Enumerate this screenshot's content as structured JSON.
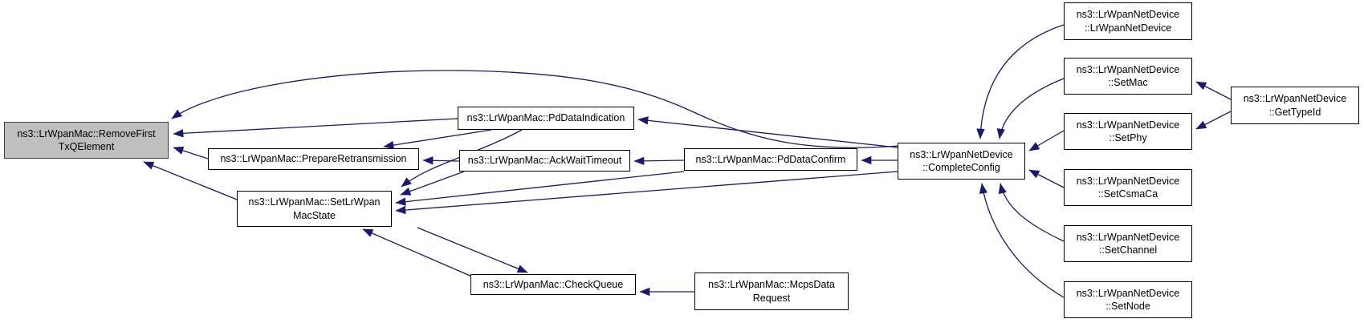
{
  "diagram": {
    "kind": "doxygen-caller-graph",
    "root": "removeFirst",
    "colors": {
      "edge": "#191970",
      "node_border": "#000000",
      "highlight_fill": "#bfbfbf",
      "node_fill": "#ffffff",
      "background": "#ffffff",
      "text": "#000000"
    },
    "nodes": {
      "removeFirst": {
        "line1": "ns3::LrWpanMac::RemoveFirst",
        "line2": "TxQElement",
        "highlighted": true
      },
      "prepareRetransmission": {
        "line1": "ns3::LrWpanMac::PrepareRetransmission",
        "line2": ""
      },
      "setLrWpanMacState": {
        "line1": "ns3::LrWpanMac::SetLrWpan",
        "line2": "MacState"
      },
      "pdDataIndication": {
        "line1": "ns3::LrWpanMac::PdDataIndication",
        "line2": ""
      },
      "ackWaitTimeout": {
        "line1": "ns3::LrWpanMac::AckWaitTimeout",
        "line2": ""
      },
      "checkQueue": {
        "line1": "ns3::LrWpanMac::CheckQueue",
        "line2": ""
      },
      "mcpsDataRequest": {
        "line1": "ns3::LrWpanMac::McpsData",
        "line2": "Request"
      },
      "pdDataConfirm": {
        "line1": "ns3::LrWpanMac::PdDataConfirm",
        "line2": ""
      },
      "completeConfig": {
        "line1": "ns3::LrWpanNetDevice",
        "line2": "::CompleteConfig"
      },
      "lrWpanNetDeviceCtor": {
        "line1": "ns3::LrWpanNetDevice",
        "line2": "::LrWpanNetDevice"
      },
      "setMac": {
        "line1": "ns3::LrWpanNetDevice",
        "line2": "::SetMac"
      },
      "setPhy": {
        "line1": "ns3::LrWpanNetDevice",
        "line2": "::SetPhy"
      },
      "setCsmaCa": {
        "line1": "ns3::LrWpanNetDevice",
        "line2": "::SetCsmaCa"
      },
      "setChannel": {
        "line1": "ns3::LrWpanNetDevice",
        "line2": "::SetChannel"
      },
      "setNode": {
        "line1": "ns3::LrWpanNetDevice",
        "line2": "::SetNode"
      },
      "getTypeId": {
        "line1": "ns3::LrWpanNetDevice",
        "line2": "::GetTypeId"
      }
    },
    "edges": [
      {
        "from": "pdDataIndication",
        "to": "removeFirst"
      },
      {
        "from": "prepareRetransmission",
        "to": "removeFirst"
      },
      {
        "from": "setLrWpanMacState",
        "to": "removeFirst"
      },
      {
        "from": "completeConfig",
        "to": "removeFirst"
      },
      {
        "from": "pdDataIndication",
        "to": "prepareRetransmission"
      },
      {
        "from": "ackWaitTimeout",
        "to": "prepareRetransmission"
      },
      {
        "from": "pdDataConfirm",
        "to": "ackWaitTimeout"
      },
      {
        "from": "completeConfig",
        "to": "pdDataConfirm"
      },
      {
        "from": "completeConfig",
        "to": "pdDataIndication"
      },
      {
        "from": "pdDataIndication",
        "to": "setLrWpanMacState"
      },
      {
        "from": "ackWaitTimeout",
        "to": "setLrWpanMacState"
      },
      {
        "from": "pdDataConfirm",
        "to": "setLrWpanMacState"
      },
      {
        "from": "completeConfig",
        "to": "setLrWpanMacState"
      },
      {
        "from": "checkQueue",
        "to": "setLrWpanMacState"
      },
      {
        "from": "setLrWpanMacState",
        "to": "checkQueue"
      },
      {
        "from": "mcpsDataRequest",
        "to": "checkQueue"
      },
      {
        "from": "lrWpanNetDeviceCtor",
        "to": "completeConfig"
      },
      {
        "from": "setMac",
        "to": "completeConfig"
      },
      {
        "from": "setPhy",
        "to": "completeConfig"
      },
      {
        "from": "setCsmaCa",
        "to": "completeConfig"
      },
      {
        "from": "setChannel",
        "to": "completeConfig"
      },
      {
        "from": "setNode",
        "to": "completeConfig"
      },
      {
        "from": "getTypeId",
        "to": "setMac"
      },
      {
        "from": "getTypeId",
        "to": "setPhy"
      }
    ]
  }
}
